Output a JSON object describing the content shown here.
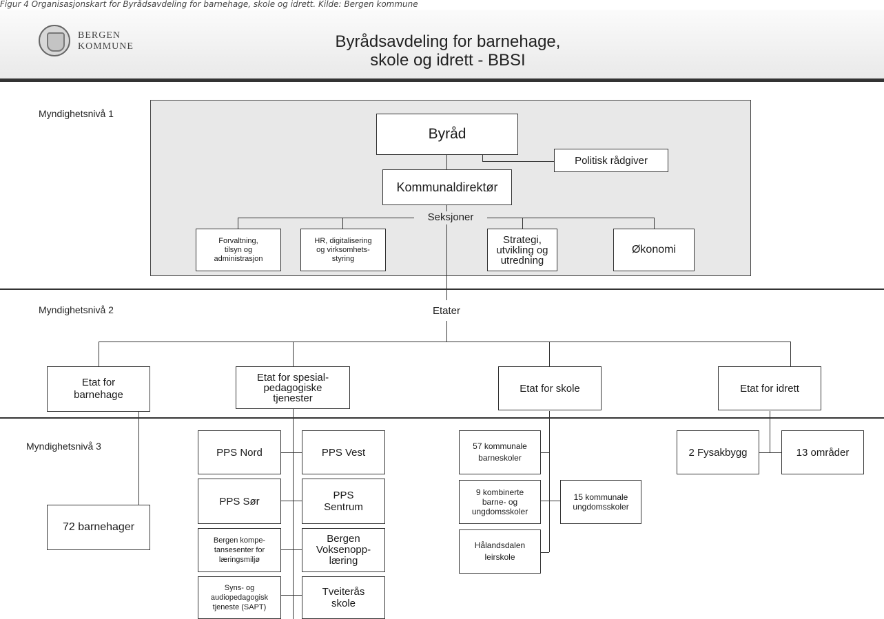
{
  "caption": "Figur 4 Organisasjonskart for Byrådsavdeling for barnehage, skole og idrett. Kilde: Bergen kommune",
  "header": {
    "org_name": "BERGEN\nKOMMUNE",
    "title": "Byrådsavdeling for barnehage,\nskole og idrett - BBSI"
  },
  "levels": {
    "level1": "Myndighetsnivå 1",
    "level2": "Myndighetsnivå 2",
    "level3": "Myndighetsnivå 3"
  },
  "level1": {
    "byraad": "Byråd",
    "politisk_raadgiver": "Politisk rådgiver",
    "kommunaldirektor": "Kommunaldirektør",
    "seksjoner_label": "Seksjoner",
    "sections": {
      "forvaltning": "Forvaltning,\ntilsyn og\nadministrasjon",
      "hr": "HR, digitalisering\nog virksomhets-\nstyring",
      "strategi": "Strategi,\nutvikling og\nutredning",
      "okonomi": "Økonomi"
    }
  },
  "level2": {
    "etater_label": "Etater",
    "etat_barnehage": "Etat for\nbarnehage",
    "etat_spesial": "Etat for spesial-\npedagogiske\ntjenester",
    "etat_skole": "Etat for skole",
    "etat_idrett": "Etat for idrett"
  },
  "level3": {
    "barnehager": "72 barnehager",
    "pps_nord": "PPS Nord",
    "pps_vest": "PPS Vest",
    "pps_sor": "PPS Sør",
    "pps_sentrum": "PPS\nSentrum",
    "bergen_kompetansesenter": "Bergen kompe-\ntansesenter for\nlæringsmiljø",
    "bergen_voksenopplaering": "Bergen\nVoksenopp-\nlæring",
    "sapt": "Syns- og\naudiopedagogisk\ntjeneste (SAPT)",
    "tveiteraas": "Tveiterås\nskole",
    "barneskoler": "57 kommunale\nbarneskoler",
    "kombinerte": "9 kombinerte\nbarne- og\nungdomsskoler",
    "ungdomsskoler": "15 kommunale\nungdomsskoler",
    "haalandsdalen": "Hålandsdalen\nleirskole",
    "fysakbygg": "2 Fysakbygg",
    "omraader": "13 områder"
  }
}
